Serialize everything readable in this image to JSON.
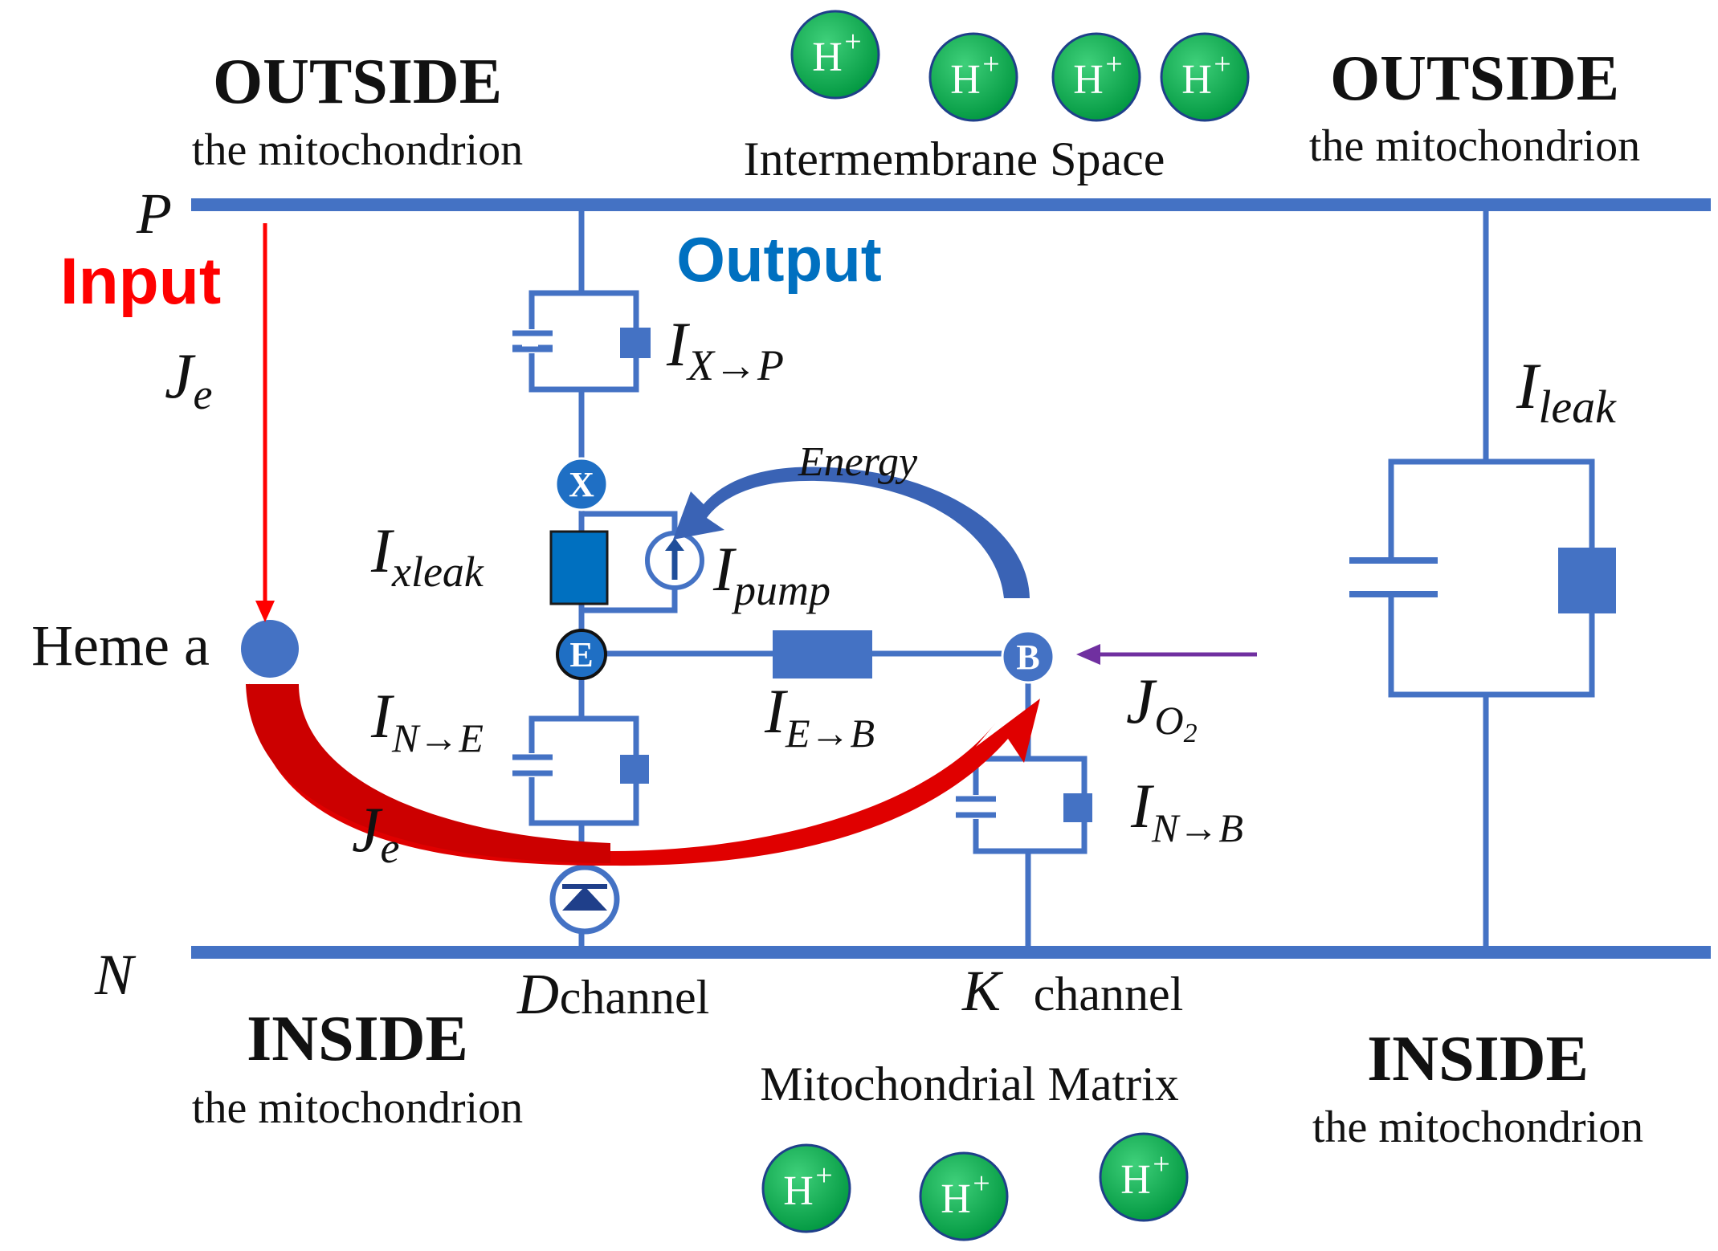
{
  "labels": {
    "outside_left_title": "OUTSIDE",
    "outside_left_sub": "the mitochondrion",
    "outside_right_title": "OUTSIDE",
    "outside_right_sub": "the mitochondrion",
    "inside_left_title": "INSIDE",
    "inside_left_sub": "the mitochondrion",
    "inside_right_title": "INSIDE",
    "inside_right_sub": "the mitochondrion",
    "intermembrane": "Intermembrane Space",
    "matrix": "Mitochondrial Matrix",
    "p_label": "P",
    "n_label": "N",
    "input": "Input",
    "output": "Output",
    "heme": "Heme a",
    "energy": "Energy",
    "d_channel_letter": "D",
    "d_channel_word": "channel",
    "k_channel_letter": "K",
    "k_channel_word": "channel"
  },
  "currents": {
    "je_top": {
      "main": "J",
      "sub": "e"
    },
    "je_bottom": {
      "main": "J",
      "sub": "e"
    },
    "jo2": {
      "main": "J",
      "sub": "O",
      "subsub": "2"
    },
    "ixp": {
      "main": "I",
      "sub": "X→P"
    },
    "ixleak": {
      "main": "I",
      "sub": "xleak"
    },
    "ipump": {
      "main": "I",
      "sub": "pump"
    },
    "ine": {
      "main": "I",
      "sub": "N→E"
    },
    "ieb": {
      "main": "I",
      "sub": "E→B"
    },
    "inb": {
      "main": "I",
      "sub": "N→B"
    },
    "ileak": {
      "main": "I",
      "sub": "leak"
    }
  },
  "nodes": {
    "x": "X",
    "e": "E",
    "b": "B"
  },
  "protons": {
    "base": "H",
    "charge": "+"
  },
  "colors": {
    "wire": "#4472c4",
    "dark_blue": "#0070c0",
    "input_red": "#ff0000",
    "proton_green": "#00a84f",
    "energy_arrow": "#3a63b5",
    "oxygen_arrow": "#7030a0",
    "node_fill": "#1f6fc4"
  }
}
